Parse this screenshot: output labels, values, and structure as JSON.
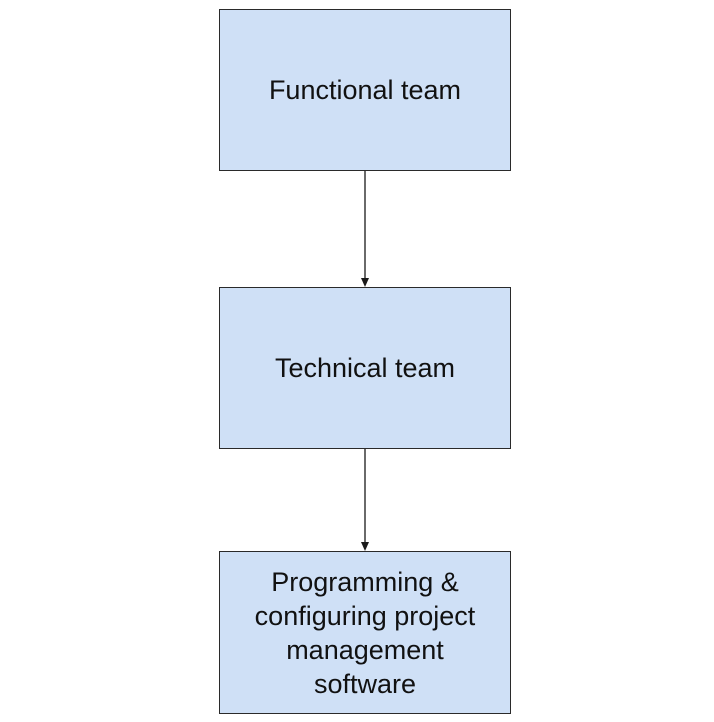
{
  "diagram": {
    "nodes": [
      {
        "id": "functional-team",
        "label": "Functional team"
      },
      {
        "id": "technical-team",
        "label": "Technical team"
      },
      {
        "id": "programming-software",
        "label": "Programming & configuring project management software"
      }
    ],
    "edges": [
      {
        "from": "functional-team",
        "to": "technical-team"
      },
      {
        "from": "technical-team",
        "to": "programming-software"
      }
    ],
    "colors": {
      "node_fill": "#cfe0f6",
      "node_border": "#2a2a2a",
      "arrow": "#1a1a1a"
    }
  }
}
